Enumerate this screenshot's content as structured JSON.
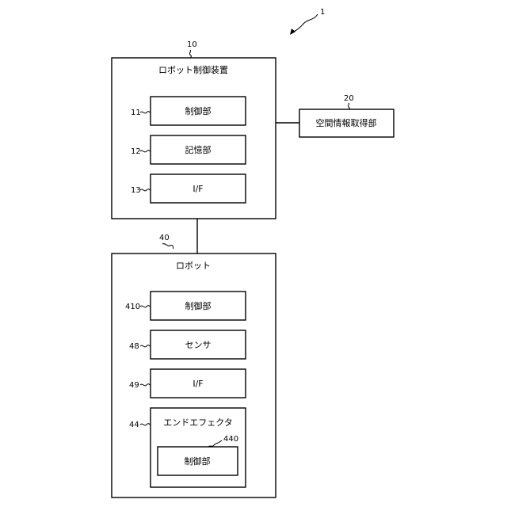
{
  "figure_ref": "1",
  "controller": {
    "ref": "10",
    "title": "ロボット制御装置",
    "units": [
      {
        "ref": "11",
        "label": "制御部"
      },
      {
        "ref": "12",
        "label": "記憶部"
      },
      {
        "ref": "13",
        "label": "I/F"
      }
    ]
  },
  "space_info": {
    "ref": "20",
    "label": "空間情報取得部"
  },
  "robot": {
    "ref": "40",
    "title": "ロボット",
    "units": [
      {
        "ref": "410",
        "label": "制御部"
      },
      {
        "ref": "48",
        "label": "センサ"
      },
      {
        "ref": "49",
        "label": "I/F"
      }
    ],
    "end_effector": {
      "ref": "44",
      "title": "エンドエフェクタ",
      "unit": {
        "ref": "440",
        "label": "制御部"
      }
    }
  }
}
